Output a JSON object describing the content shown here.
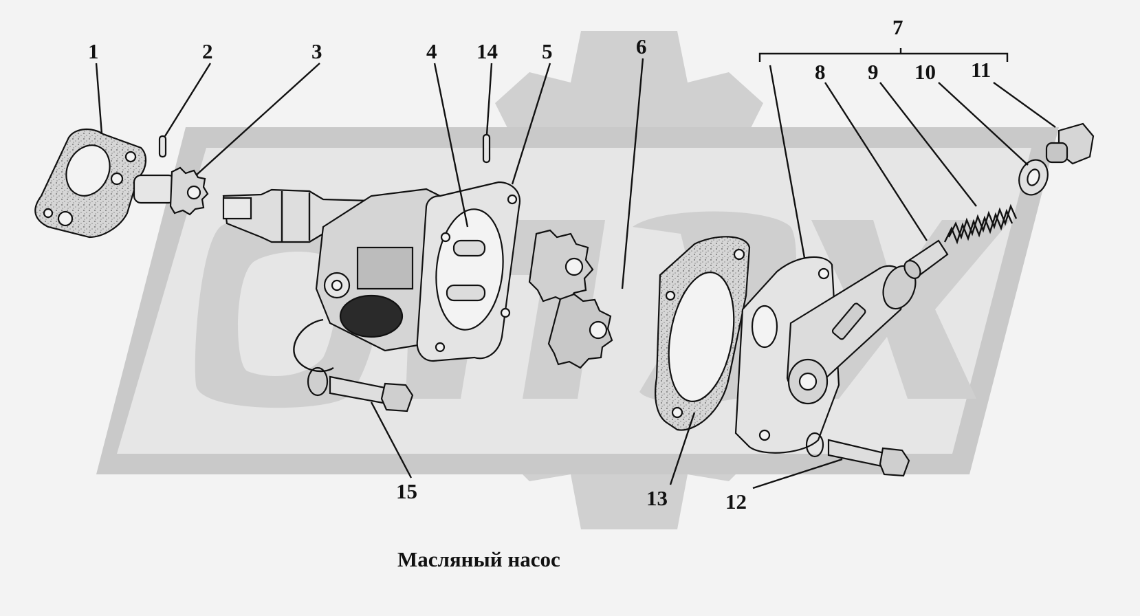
{
  "caption": "Масляный насос",
  "callouts": [
    {
      "id": "1",
      "text": "1"
    },
    {
      "id": "2",
      "text": "2"
    },
    {
      "id": "3",
      "text": "3"
    },
    {
      "id": "4",
      "text": "4"
    },
    {
      "id": "14",
      "text": "14"
    },
    {
      "id": "5",
      "text": "5"
    },
    {
      "id": "6",
      "text": "6"
    },
    {
      "id": "7",
      "text": "7"
    },
    {
      "id": "8",
      "text": "8"
    },
    {
      "id": "9",
      "text": "9"
    },
    {
      "id": "10",
      "text": "10"
    },
    {
      "id": "11",
      "text": "11"
    },
    {
      "id": "15",
      "text": "15"
    },
    {
      "id": "13",
      "text": "13"
    },
    {
      "id": "12",
      "text": "12"
    }
  ],
  "colors": {
    "background": "#f3f3f3",
    "watermark": "#c9c9c9",
    "ink": "#111111",
    "part_fill": "#e6e6e6",
    "gasket_fill": "#d2d2d2"
  }
}
